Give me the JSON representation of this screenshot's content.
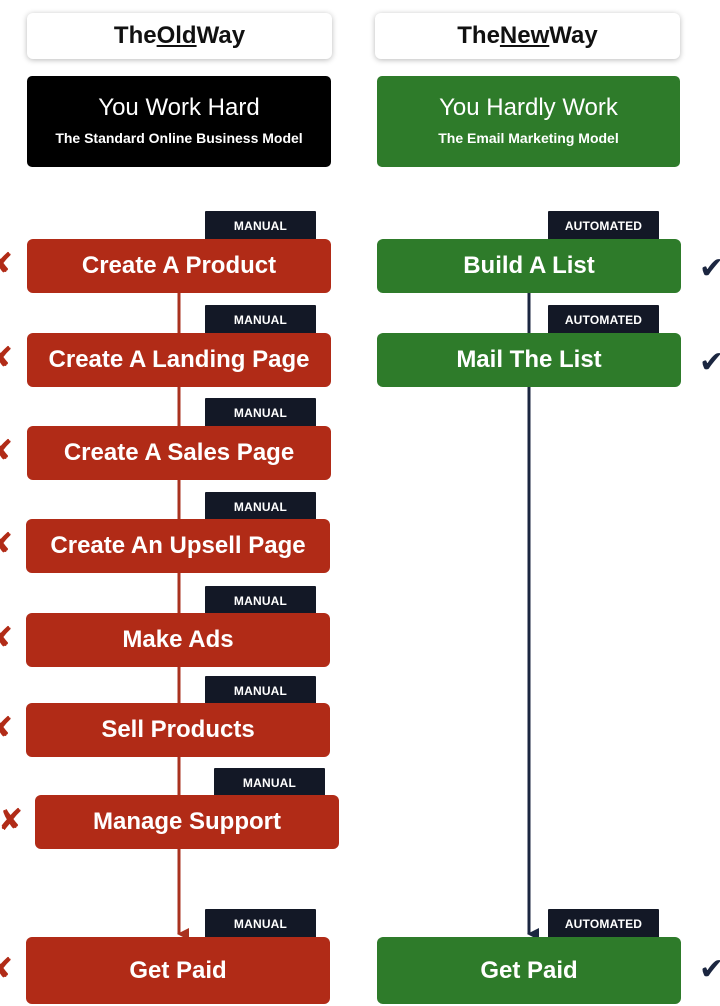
{
  "old_way": {
    "header": {
      "pre": "The ",
      "highlight": "Old",
      "post": " Way"
    },
    "model_title": "You Work Hard",
    "model_subtitle": "The Standard Online Business Model",
    "tag": "MANUAL",
    "steps": [
      "Create A Product",
      "Create A Landing Page",
      "Create A Sales Page",
      "Create An Upsell Page",
      "Make Ads",
      "Sell Products",
      "Manage Support",
      "Get Paid"
    ],
    "mark_icon": "x-mark-icon"
  },
  "new_way": {
    "header": {
      "pre": "The ",
      "highlight": "New",
      "post": " Way"
    },
    "model_title": "You Hardly Work",
    "model_subtitle": "The Email Marketing Model",
    "tag": "AUTOMATED",
    "steps": [
      "Build A List",
      "Mail The List",
      "Get Paid"
    ],
    "mark_icon": "check-mark-icon"
  },
  "colors": {
    "old_red": "#b12b17",
    "new_green": "#2e7b2a",
    "tag_navy": "#131826",
    "old_arrow": "#a9321f",
    "new_arrow": "#1b2640"
  }
}
